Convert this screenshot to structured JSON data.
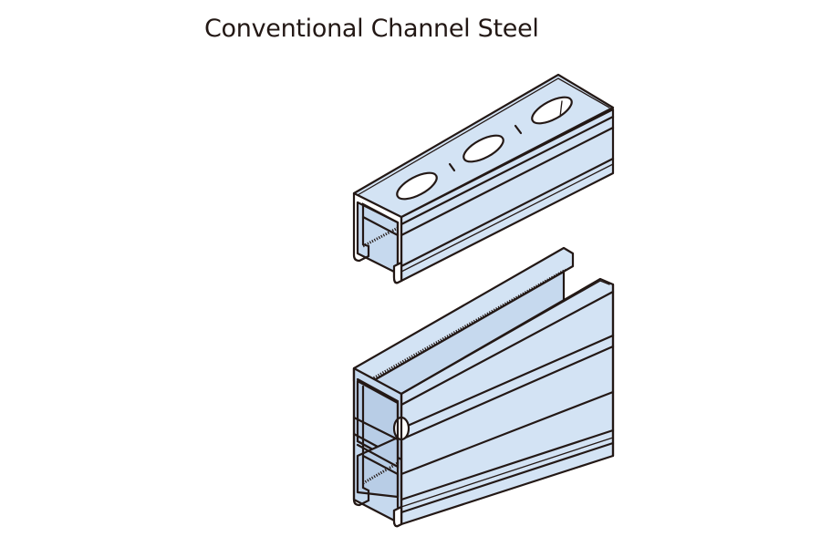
{
  "title": "Conventional Channel Steel",
  "illustration": {
    "items": [
      {
        "name": "single-slotted-strut-channel",
        "description": "Single C-channel with slotted holes on top face"
      },
      {
        "name": "double-back-to-back-strut-channel",
        "description": "Two C-channels joined back-to-back"
      }
    ],
    "colors": {
      "steel_fill": "#d3e3f4",
      "outline": "#231815",
      "background": "#ffffff"
    }
  }
}
